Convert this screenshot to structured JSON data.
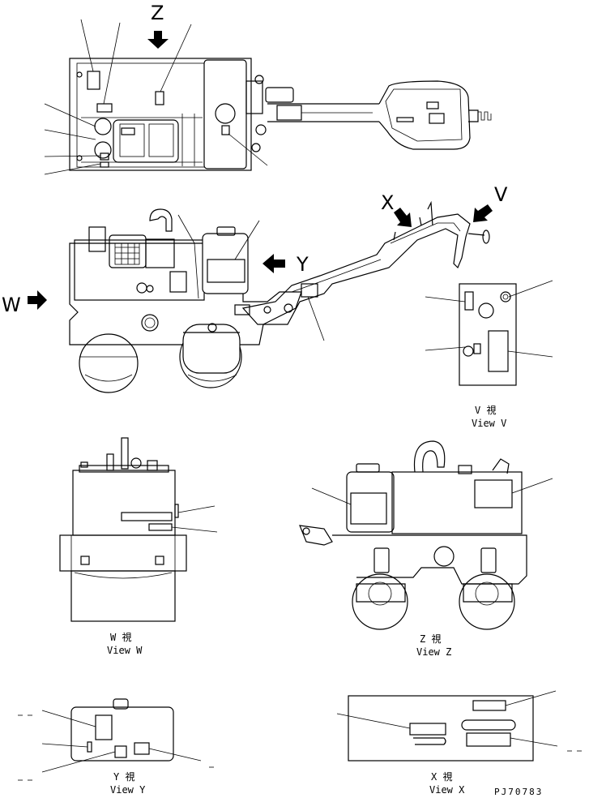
{
  "view_markers": {
    "z": "Z",
    "x": "X",
    "v": "V",
    "y": "Y",
    "w": "W"
  },
  "captions": {
    "v_jp": "V  視",
    "v_en": "View V",
    "w_jp": "W  視",
    "w_en": "View W",
    "z_jp": "Z  視",
    "z_en": "View Z",
    "y_jp": "Y  視",
    "y_en": "View Y",
    "x_jp": "X  視",
    "x_en": "View X"
  },
  "drawing_code": "PJ70783"
}
